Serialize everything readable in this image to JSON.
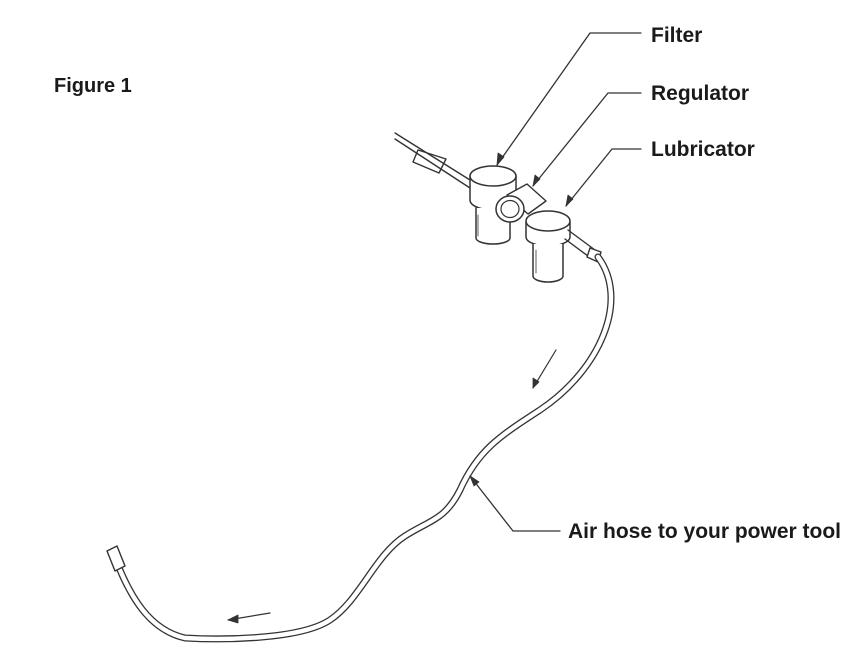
{
  "figure": {
    "title": "Figure 1"
  },
  "callouts": {
    "filter": "Filter",
    "regulator": "Regulator",
    "lubricator": "Lubricator",
    "air_hose": "Air hose to your power tool"
  },
  "colors": {
    "line": "#333333",
    "text": "#1a1a1a",
    "background": "#ffffff"
  }
}
